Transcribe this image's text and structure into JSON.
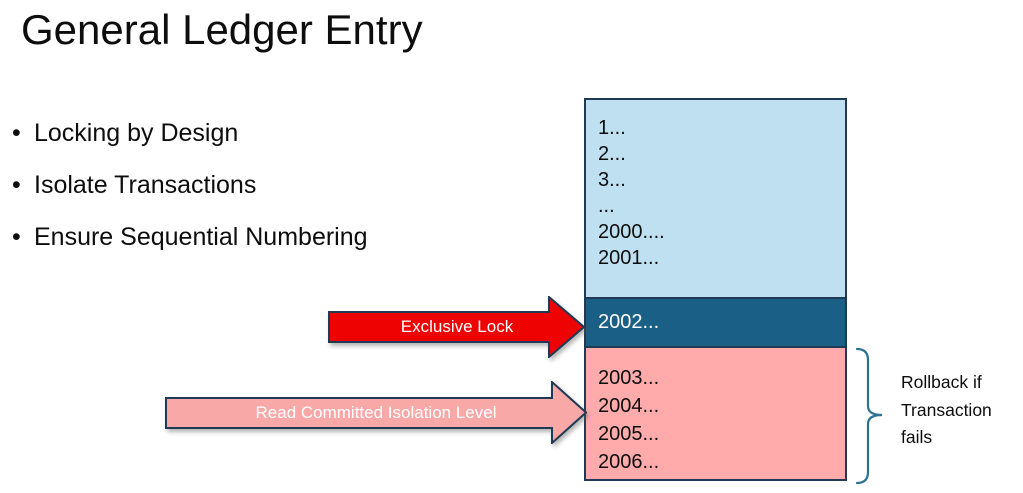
{
  "title": "General Ledger Entry",
  "bullets": [
    "Locking by Design",
    "Isolate Transactions",
    "Ensure Sequential Numbering"
  ],
  "ledger": {
    "committed_rows": [
      "1...",
      "2...",
      "3...",
      "...",
      "2000....",
      "2001..."
    ],
    "locked_row": "2002...",
    "rollback_rows": [
      "2003...",
      "2004...",
      "2005...",
      "2006..."
    ]
  },
  "labels": {
    "exclusive_lock": "Exclusive Lock",
    "read_committed": "Read Committed Isolation Level",
    "rollback_note": "Rollback if Transaction fails"
  },
  "colors": {
    "committed_bg": "#BEE0F0",
    "locked_bg": "#1A5F85",
    "rollback_bg": "#FFABAB",
    "exclusive_arrow": "#EE0202",
    "read_committed_arrow": "#F9A8A8",
    "outline": "#1F3A54",
    "brace": "#2E7193"
  }
}
